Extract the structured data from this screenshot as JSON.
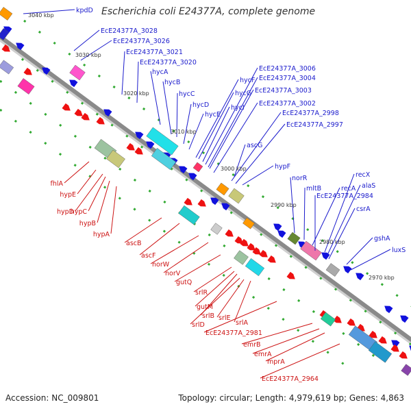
{
  "title": "Escherichia coli E24377A, complete genome",
  "footer": {
    "accession": "Accession: NC_009801",
    "topology": "Topology: circular; Length: 4,979,619 bp; Genes: 4,863"
  },
  "scale_ticks": [
    "3040 kbp",
    "3030 kbp",
    "3020 kbp",
    "3010 kbp",
    "3000 kbp",
    "2990 kbp",
    "2980 kbp",
    "2970 kbp"
  ],
  "top_labels": [
    "kpdD",
    "EcE24377A_3028",
    "EcE24377A_3026",
    "EcE24377A_3021",
    "EcE24377A_3020",
    "hycA",
    "hycB",
    "hycC",
    "hycD",
    "hycE",
    "hycF",
    "hycG",
    "hycI",
    "EcE24377A_3006",
    "EcE24377A_3004",
    "EcE24377A_3003",
    "EcE24377A_3002",
    "EcE24377A_2998",
    "EcE24377A_2997",
    "ascG",
    "hypF",
    "norR",
    "mltB",
    "recA",
    "recX",
    "alaS",
    "EcE24377A_2984",
    "csrA",
    "gshA",
    "luxS"
  ],
  "bottom_labels": [
    "fhlA",
    "hypE",
    "hypD",
    "hypC",
    "hypB",
    "hypA",
    "ascB",
    "ascF",
    "norW",
    "norV",
    "gutQ",
    "srlR",
    "gutM",
    "srlB",
    "srlD",
    "srlE",
    "srlA",
    "EcE24377A_2981",
    "emrB",
    "emrA",
    "mprA",
    "EcE24377A_2964"
  ],
  "colors": {
    "top_label": "#1a1acc",
    "bottom_label": "#cc1111",
    "forward_gene": "#1111dd",
    "reverse_gene": "#ee1111",
    "backbone": "#888888",
    "tick_dot": "#33aa33"
  }
}
